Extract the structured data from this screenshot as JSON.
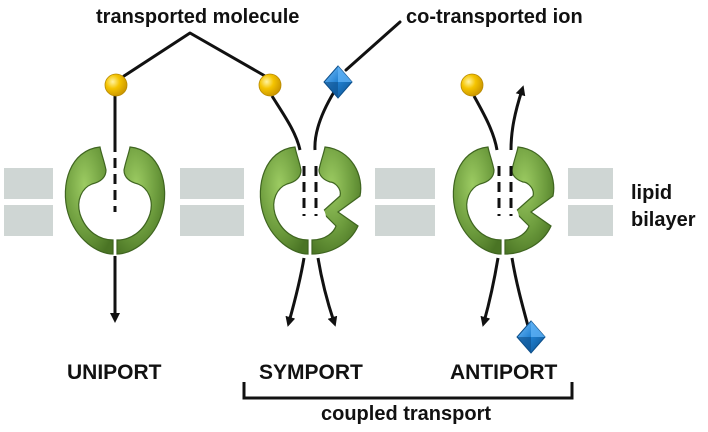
{
  "labels": {
    "transported_molecule": "transported molecule",
    "co_transported_ion": "co-transported ion",
    "lipid_bilayer_line1": "lipid",
    "lipid_bilayer_line2": "bilayer",
    "uniport": "UNIPORT",
    "symport": "SYMPORT",
    "antiport": "ANTIPORT",
    "coupled_transport": "coupled transport"
  },
  "colors": {
    "membrane": "#cfd6d4",
    "protein": "#6b9a3c",
    "protein_dark": "#4f7a28",
    "protein_light": "#8fbf55",
    "molecule": "#f5c400",
    "ion": "#1f7fd0",
    "line": "#111111"
  },
  "icons": {
    "molecule": "yellow-sphere-icon",
    "ion": "blue-diamond-icon"
  }
}
